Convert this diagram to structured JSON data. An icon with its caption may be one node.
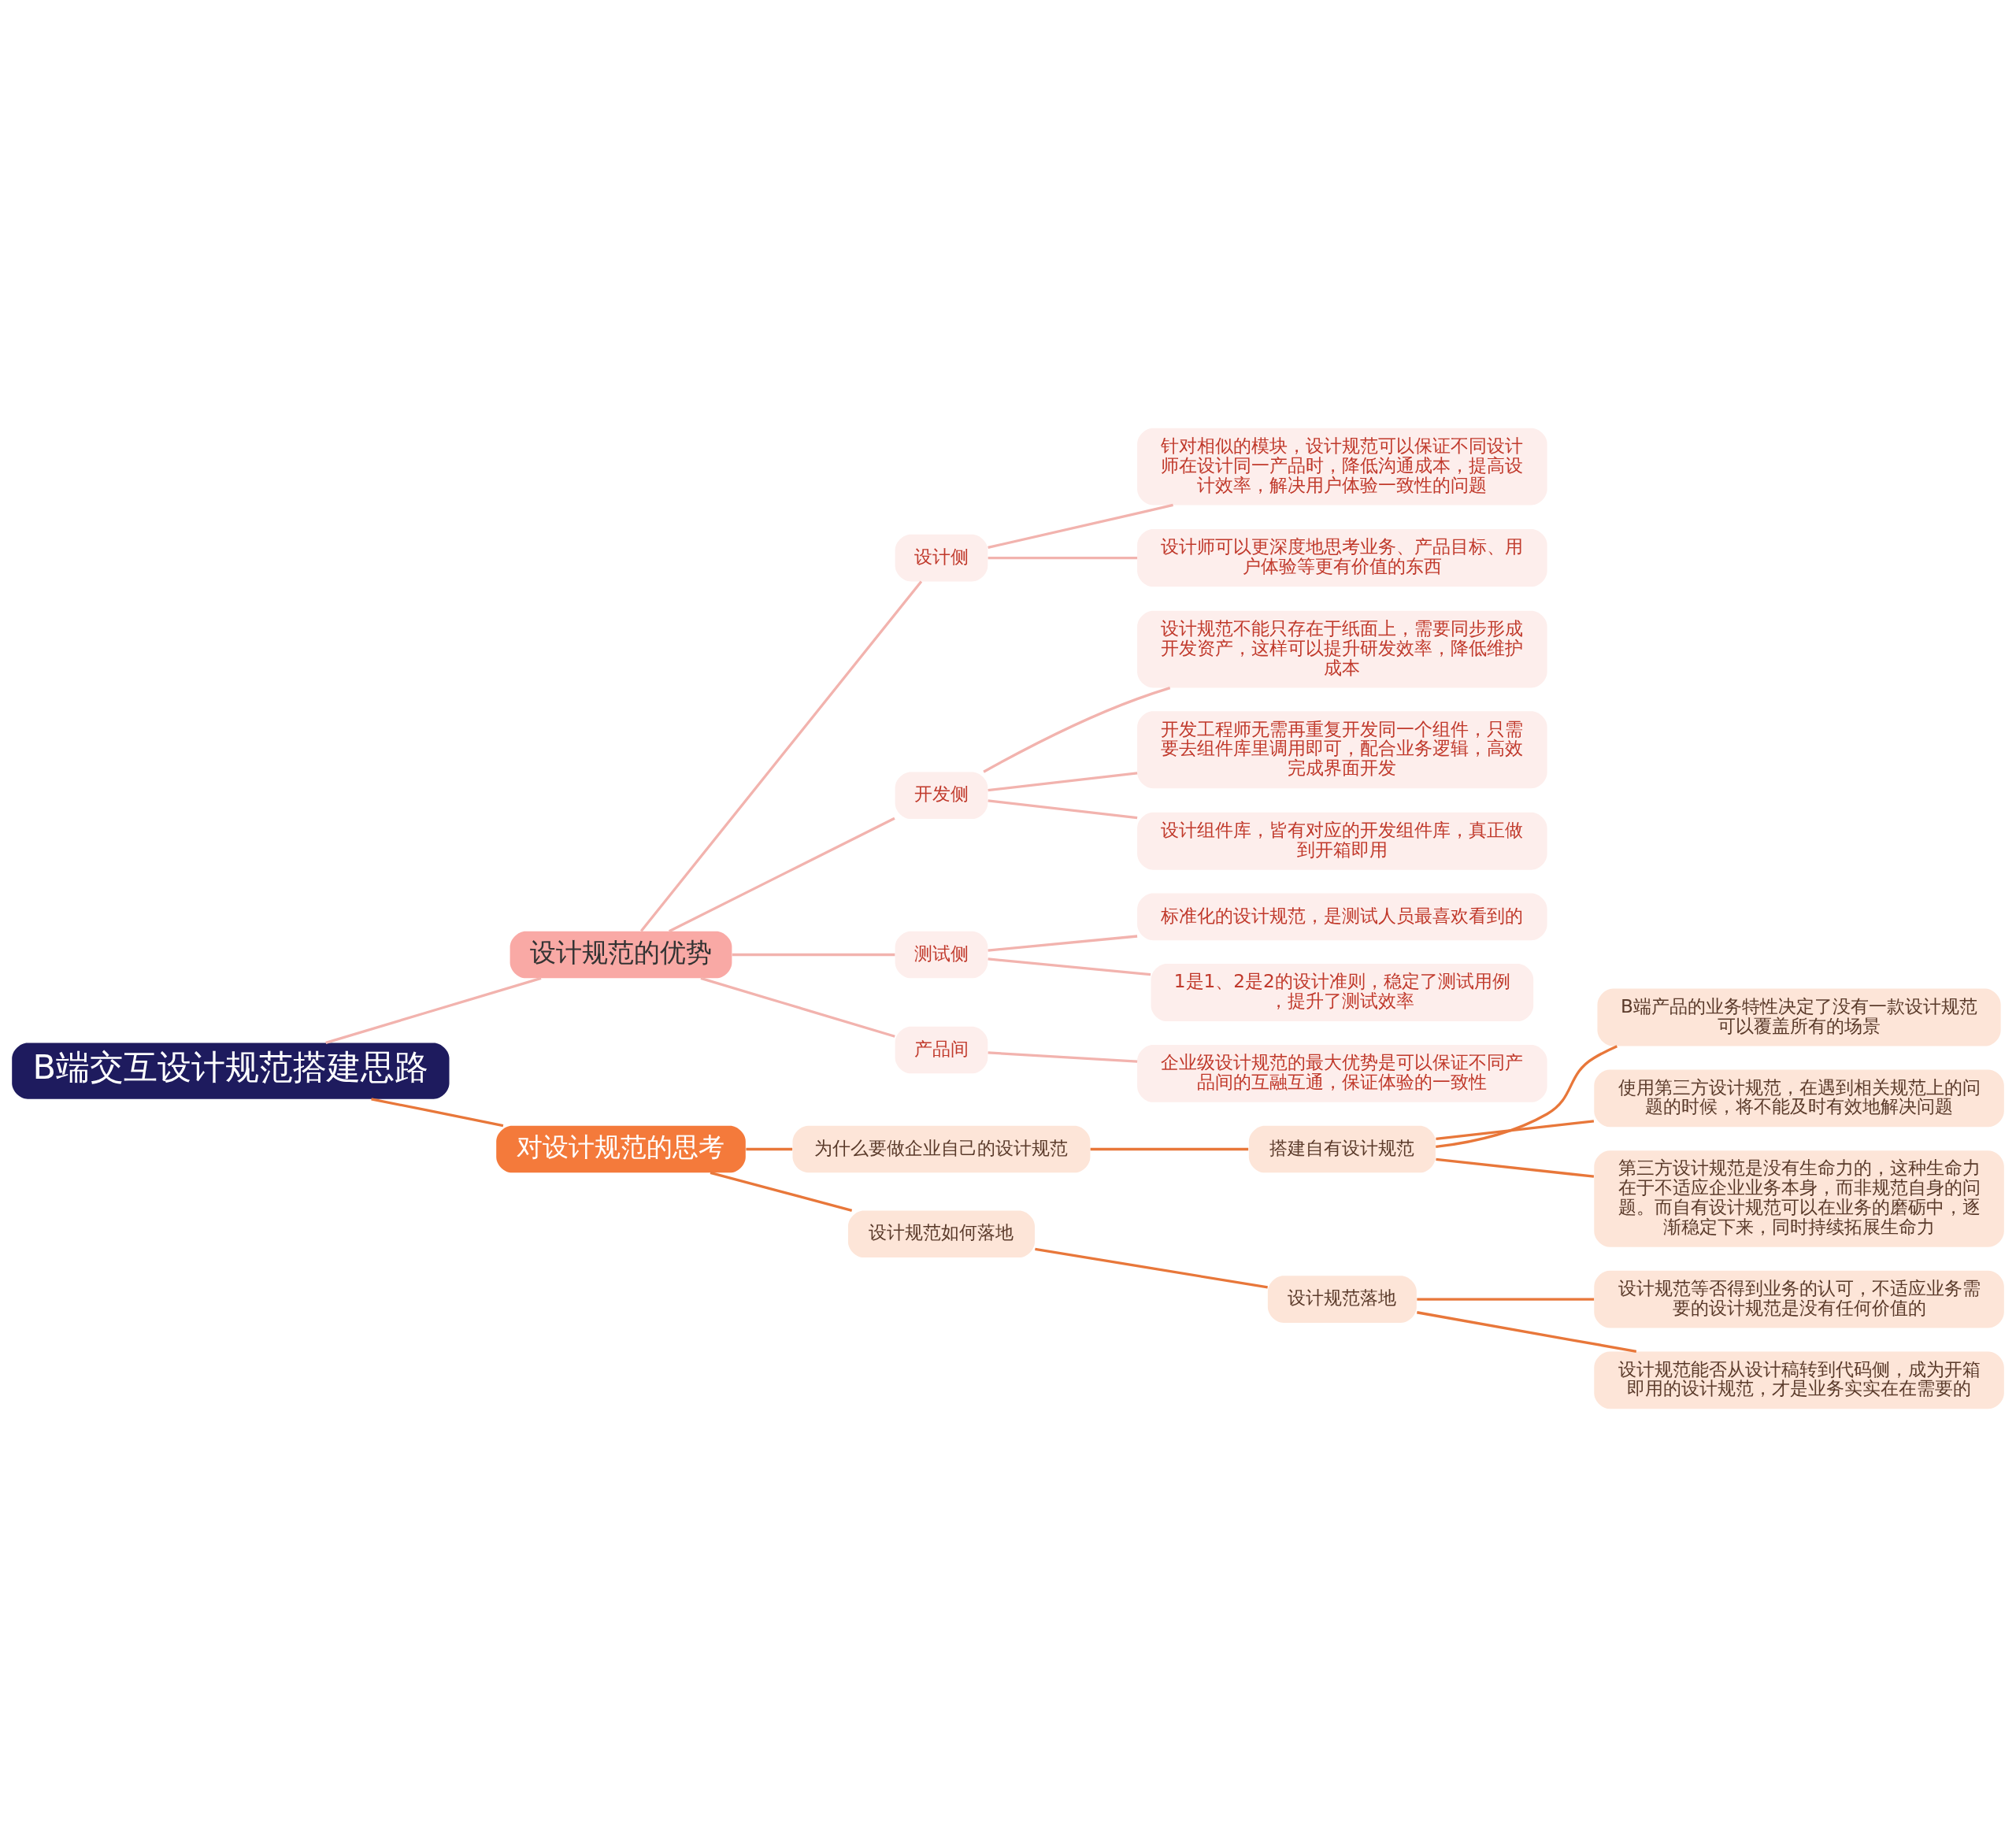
{
  "diagram": {
    "nodes": [
      {
        "text": [
          "B端交互设计规范搭建思路"
        ]
      },
      {
        "text": [
          "设计规范的优势"
        ]
      },
      {
        "text": [
          "设计侧"
        ]
      },
      {
        "text": [
          "针对相似的模块，设计规范可以保证不同设计师在设计同一产品时，降低沟通成本，提高设计效率，解决用户体验一致性的问题"
        ]
      },
      {
        "text": [
          "设计师可以更深度地思考业务、产品目标、用户体验等更有价值的东西"
        ]
      },
      {
        "text": [
          "开发侧"
        ]
      },
      {
        "text": [
          "设计规范不能只存在于纸面上，需要同步形成开发资产，这样可以提升研发效率，降低维护成本"
        ]
      },
      {
        "text": [
          "开发工程师无需再重复开发同一个组件，只需要去组件库里调用即可，配合业务逻辑，高效完成界面开发"
        ]
      },
      {
        "text": [
          "设计组件库，皆有对应的开发组件库，真正做到开箱即用"
        ]
      },
      {
        "text": [
          "测试侧"
        ]
      },
      {
        "text": [
          "标准化的设计规范，是测试人员最喜欢看到的"
        ]
      },
      {
        "text": [
          "1是1、2是2的设计准则，稳定了测试用例，提升了测试效率"
        ]
      },
      {
        "text": [
          "产品间"
        ]
      },
      {
        "text": [
          "企业级设计规范的最大优势是可以保证不同产品间的互融互通，保证体验的一致性"
        ]
      },
      {
        "text": [
          "对设计规范的思考"
        ]
      },
      {
        "text": [
          "为什么要做企业自己的设计规范"
        ]
      },
      {
        "text": [
          "搭建自有设计规范"
        ]
      },
      {
        "text": [
          "B端产品的业务特性决定了没有一款设计规范可以覆盖所有的场景"
        ]
      },
      {
        "text": [
          "使用第三方设计规范，在遇到相关规范上的问题的时候，将不能及时有效地解决问题"
        ]
      },
      {
        "text": [
          "第三方设计规范是没有生命力的，这种生命力在于不适应企业业务本身，而非规范自身的问题。而自有设计规范可以在业务的磨砺中，逐渐稳定下来，同时持续拓展生命力"
        ]
      },
      {
        "text": [
          "设计规范如何落地"
        ]
      },
      {
        "text": [
          "设计规范落地"
        ]
      },
      {
        "text": [
          "设计规范等否得到业务的认可，不适应业务需要的设计规范是没有任何价值的"
        ]
      },
      {
        "text": [
          "设计规范能否从设计稿转到代码侧，成为开箱即用的设计规范，才是业务实实在在需要的"
        ]
      }
    ],
    "edges": [
      {
        "from": 0,
        "to": 1,
        "arrow": "none"
      },
      {
        "from": 1,
        "to": 2,
        "arrow": "none"
      },
      {
        "from": 2,
        "to": 3,
        "arrow": "none"
      },
      {
        "from": 2,
        "to": 4,
        "arrow": "none"
      },
      {
        "from": 1,
        "to": 5,
        "arrow": "none"
      },
      {
        "from": 5,
        "to": 6,
        "arrow": "none"
      },
      {
        "from": 5,
        "to": 7,
        "arrow": "none"
      },
      {
        "from": 5,
        "to": 8,
        "arrow": "none"
      },
      {
        "from": 1,
        "to": 9,
        "arrow": "none"
      },
      {
        "from": 9,
        "to": 10,
        "arrow": "none"
      },
      {
        "from": 9,
        "to": 11,
        "arrow": "none"
      },
      {
        "from": 1,
        "to": 12,
        "arrow": "none"
      },
      {
        "from": 12,
        "to": 13,
        "arrow": "none"
      },
      {
        "from": 0,
        "to": 14,
        "arrow": "none",
        "color": "#e8773a"
      },
      {
        "from": 14,
        "to": 15,
        "arrow": "none",
        "color": "#e8773a"
      },
      {
        "from": 15,
        "to": 16,
        "arrow": "none",
        "color": "#e8773a"
      },
      {
        "from": 16,
        "to": 17,
        "arrow": "none",
        "color": "#e8773a"
      },
      {
        "from": 16,
        "to": 18,
        "arrow": "none",
        "color": "#e8773a"
      },
      {
        "from": 16,
        "to": 19,
        "arrow": "none",
        "color": "#e8773a"
      },
      {
        "from": 14,
        "to": 20,
        "arrow": "none",
        "color": "#e8773a"
      },
      {
        "from": 20,
        "to": 21,
        "arrow": "none",
        "color": "#e8773a"
      },
      {
        "from": 21,
        "to": 22,
        "arrow": "none",
        "color": "#e8773a"
      },
      {
        "from": 21,
        "to": 23,
        "arrow": "none",
        "color": "#e8773a"
      }
    ]
  }
}
